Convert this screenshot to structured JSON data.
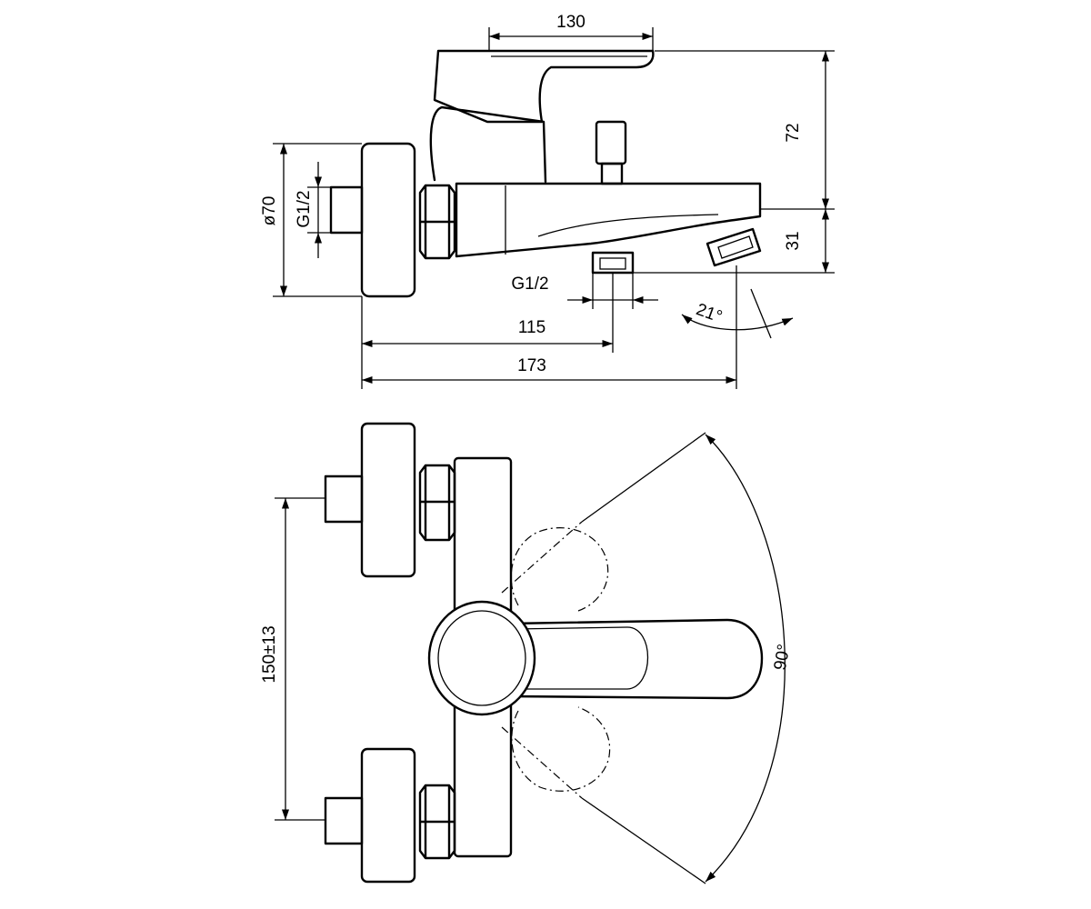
{
  "dimensions": {
    "handle_reach": "130",
    "height_upper": "72",
    "height_lower": "31",
    "flange_diameter": "ø70",
    "inlet_thread": "G1/2",
    "outlet_thread": "G1/2",
    "outlet_position": "115",
    "overall_depth": "173",
    "spout_angle": "21°",
    "inlet_spacing": "150±13",
    "lever_rotation": "90°"
  }
}
